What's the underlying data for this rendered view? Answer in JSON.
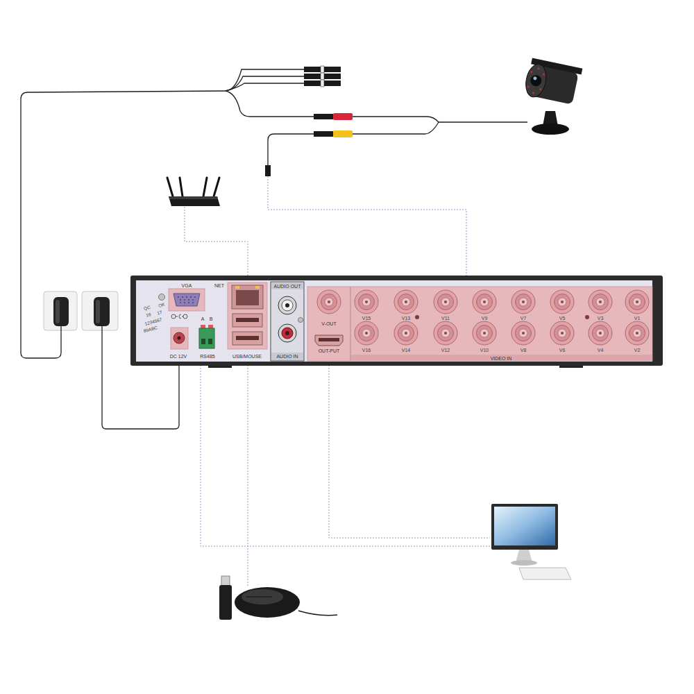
{
  "diagram": {
    "nodes": [
      {
        "text": [
          "VGA"
        ]
      },
      {
        "text": [
          "DC 12V"
        ]
      },
      {
        "text": [
          "A",
          "B",
          "RS485"
        ]
      },
      {
        "text": [
          "NET",
          "USB/MOUSE"
        ]
      },
      {
        "text": [
          "AUDIO OUT",
          "AUDIO IN"
        ]
      },
      {
        "text": [
          "V-OUT",
          "OUT-PUT"
        ]
      },
      {
        "text": [
          "VIDEO IN"
        ]
      }
    ],
    "labels": [
      "QC",
      "OK",
      "16",
      "17",
      "1234567",
      "89ABC",
      "V15",
      "V13",
      "V11",
      "V9",
      "V7",
      "V5",
      "V3",
      "V1",
      "V16",
      "V14",
      "V12",
      "V10",
      "V8",
      "V6",
      "V4",
      "V2"
    ]
  }
}
